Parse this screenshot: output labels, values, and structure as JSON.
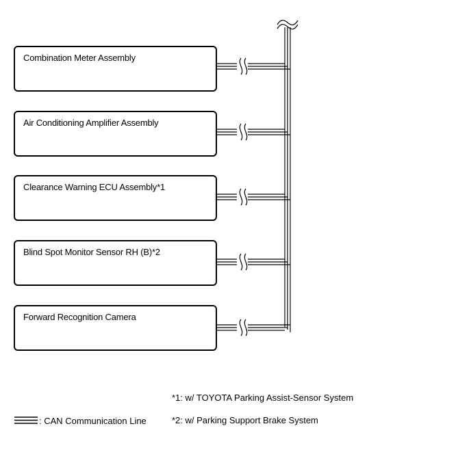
{
  "diagram": {
    "ecus": [
      {
        "label": "Combination Meter Assembly"
      },
      {
        "label": "Air Conditioning Amplifier Assembly"
      },
      {
        "label": "Clearance Warning ECU Assembly*1"
      },
      {
        "label": "Blind Spot Monitor Sensor RH (B)*2"
      },
      {
        "label": "Forward Recognition Camera"
      }
    ],
    "notes": {
      "note1": "*1: w/ TOYOTA Parking Assist-Sensor System",
      "note2": "*2: w/ Parking Support Brake System"
    },
    "legend": {
      "label": ": CAN Communication Line"
    }
  }
}
